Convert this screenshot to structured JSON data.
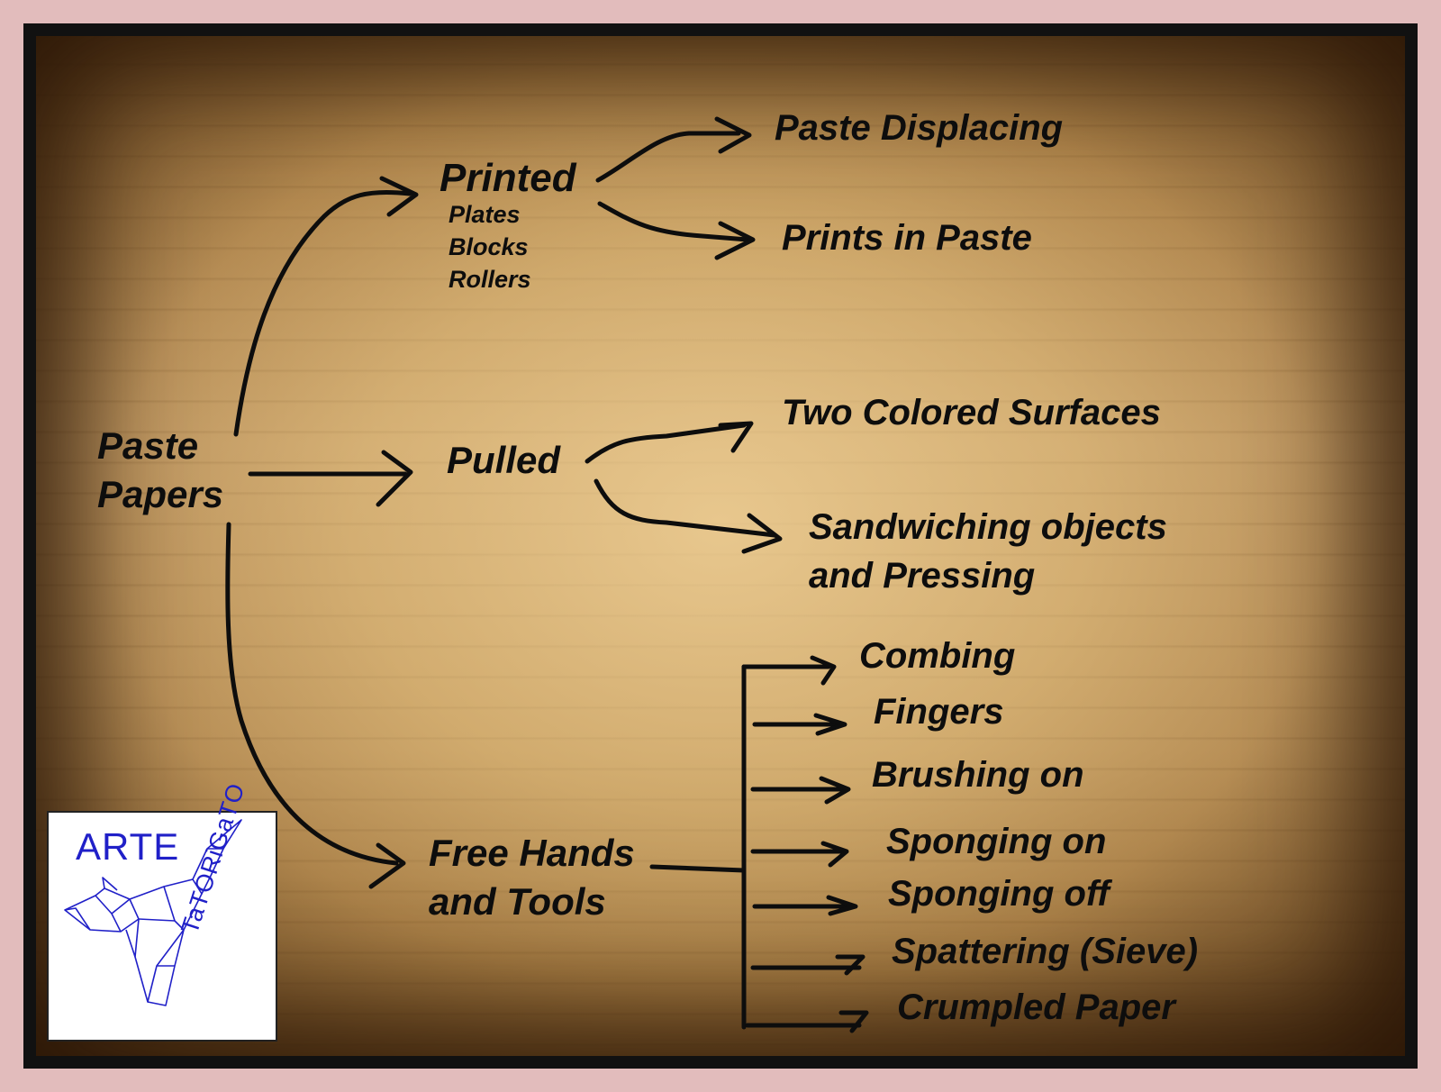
{
  "nodes": {
    "root": "Paste\nPapers",
    "printed": "Printed",
    "printed_sub": [
      "Plates",
      "Blocks",
      "Rollers"
    ],
    "pulled": "Pulled",
    "free": "Free Hands\nand Tools"
  },
  "printed_children": [
    "Paste Displacing",
    "Prints in Paste"
  ],
  "pulled_children": [
    "Two Colored Surfaces",
    "Sandwiching objects\nand Pressing"
  ],
  "free_children": [
    "Combing",
    "Fingers",
    "Brushing on",
    "Sponging on",
    "Sponging off",
    "Spattering (Sieve)",
    "Crumpled Paper"
  ],
  "logo": {
    "top": "ARTE",
    "side": "TaTORiGaTO",
    "icon": "origami-cat-icon",
    "color": "#2020c8"
  },
  "colors": {
    "ink": "#0d0d0d",
    "frame": "#111111",
    "border": "#e2bcbc"
  }
}
